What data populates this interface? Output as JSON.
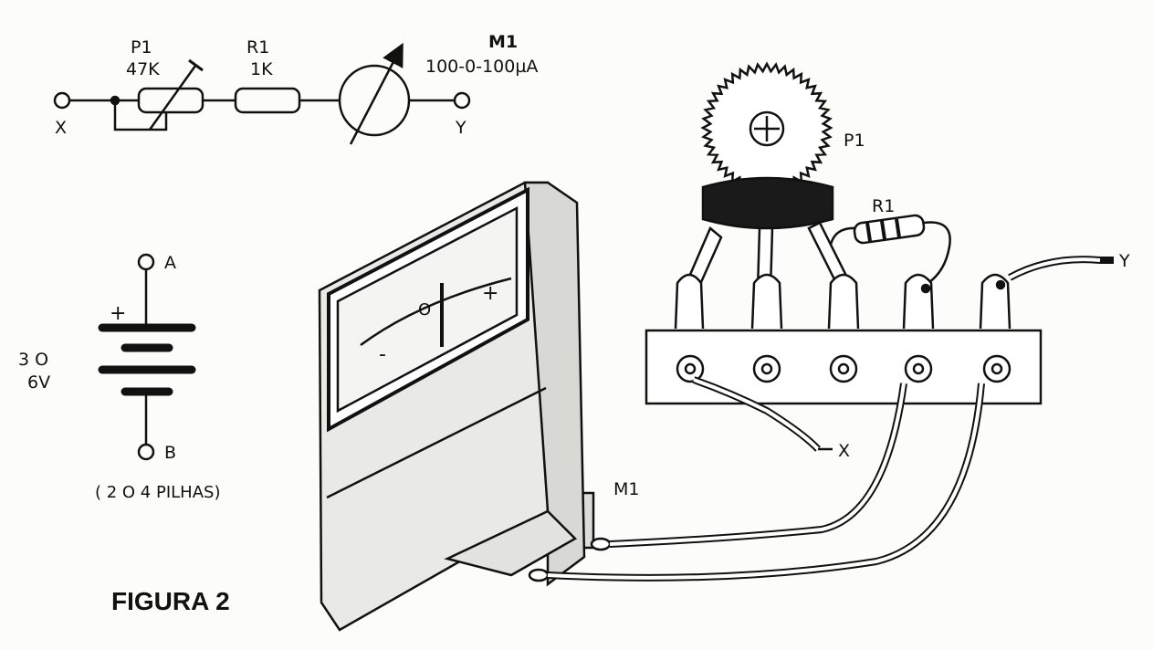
{
  "schematic": {
    "p1_name": "P1",
    "p1_value": "47K",
    "r1_name": "R1",
    "r1_value": "1K",
    "m1_name": "M1",
    "m1_range": "100-0-100µA",
    "terminal_x": "X",
    "terminal_y": "Y"
  },
  "battery": {
    "terminal_a": "A",
    "terminal_b": "B",
    "plus_sign": "+",
    "voltage_line1": "3 O",
    "voltage_line2": "6V",
    "note": "( 2 O 4 PILHAS)"
  },
  "assembly": {
    "p1_label": "P1",
    "r1_label": "R1",
    "m1_label": "M1",
    "wire_x": "X",
    "wire_y": "Y",
    "scale_minus": "-",
    "scale_zero": "O",
    "scale_plus": "+"
  },
  "figure_title": "FIGURA 2",
  "icons": [
    "potentiometer-icon",
    "resistor-icon",
    "meter-icon",
    "battery-icon",
    "terminal-strip-icon"
  ],
  "colors": {
    "ink": "#111111",
    "paper": "#fcfcfa",
    "meter_body": "#e9e9e6"
  }
}
